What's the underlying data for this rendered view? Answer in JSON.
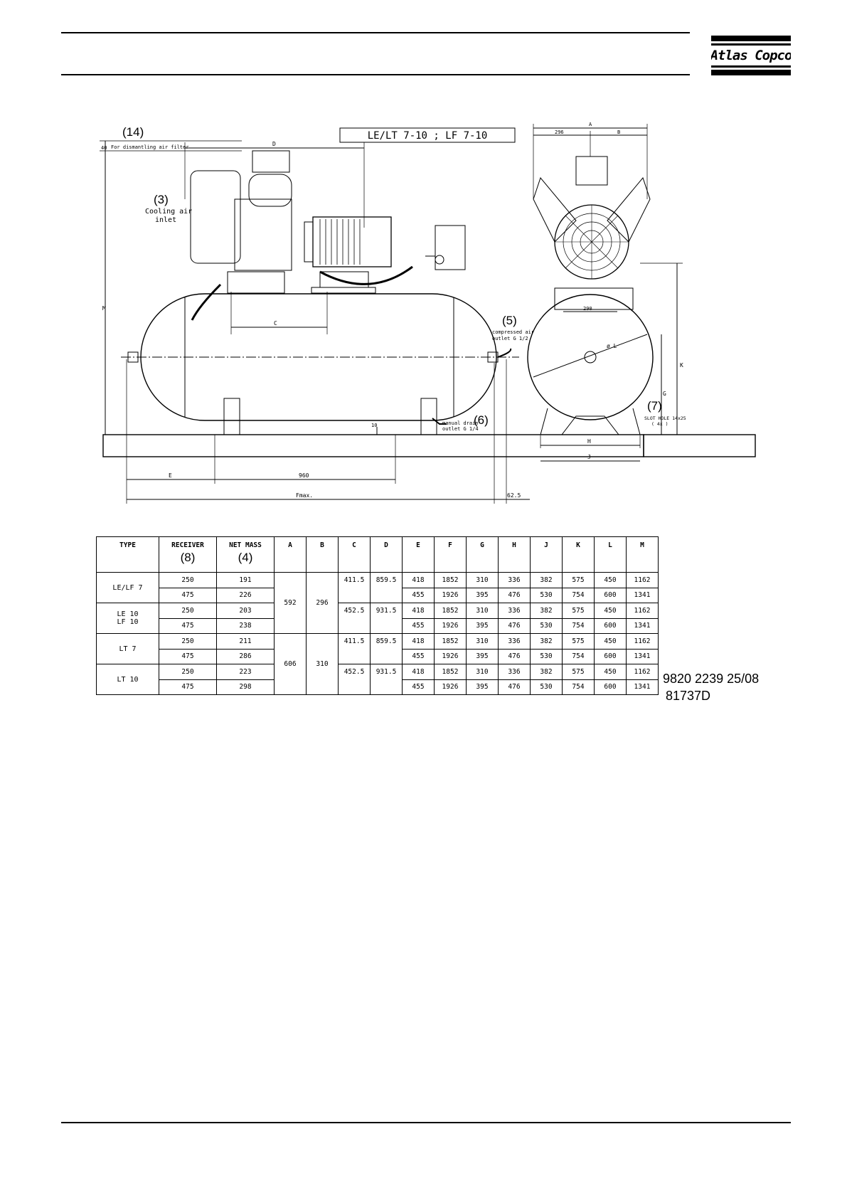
{
  "brand": {
    "name": "Atlas Copco"
  },
  "drawing": {
    "title": "LE/LT 7-10 ; LF 7-10",
    "callouts": {
      "filter": "(14)",
      "cooling": "(3)",
      "compressed": "(5)",
      "drain": "(6)",
      "slot": "(7)"
    },
    "labels": {
      "filter_text": "For dismantling air filter",
      "cooling_air": "Cooling air",
      "inlet": "inlet",
      "compressed_air": "compressed air",
      "outlet_half": "outlet G 1/2",
      "manual_drain": "manual drain",
      "outlet_quarter": "outlet G 1/4",
      "slot_hole": "SLOT HOLE 14x25",
      "slot_qty": "( 4x )"
    },
    "dims": {
      "d": "D",
      "c": "C",
      "m": "M",
      "e": "E",
      "fmax": "Fmax.",
      "span": "960",
      "gap": "62.5",
      "ten": "10",
      "forty": "40",
      "a": "A",
      "a_left": "296",
      "b": "B",
      "width290": "290",
      "dia": "ø L",
      "k": "K",
      "g": "G",
      "h": "H",
      "j": "J"
    }
  },
  "table": {
    "headers": [
      {
        "label": "TYPE",
        "callout": ""
      },
      {
        "label": "RECEIVER",
        "callout": "(8)"
      },
      {
        "label": "NET  MASS",
        "callout": "(4)"
      },
      {
        "label": "A",
        "callout": ""
      },
      {
        "label": "B",
        "callout": ""
      },
      {
        "label": "C",
        "callout": ""
      },
      {
        "label": "D",
        "callout": ""
      },
      {
        "label": "E",
        "callout": ""
      },
      {
        "label": "F",
        "callout": ""
      },
      {
        "label": "G",
        "callout": ""
      },
      {
        "label": "H",
        "callout": ""
      },
      {
        "label": "J",
        "callout": ""
      },
      {
        "label": "K",
        "callout": ""
      },
      {
        "label": "L",
        "callout": ""
      },
      {
        "label": "M",
        "callout": ""
      }
    ],
    "groups": [
      {
        "type": "LE/LF 7",
        "a": "592",
        "b": "296",
        "c": "411.5",
        "d": "859.5",
        "rows": [
          {
            "receiver": "250",
            "mass": "191",
            "e": "418",
            "f": "1852",
            "g": "310",
            "h": "336",
            "j": "382",
            "k": "575",
            "l": "450",
            "m": "1162"
          },
          {
            "receiver": "475",
            "mass": "226",
            "e": "455",
            "f": "1926",
            "g": "395",
            "h": "476",
            "j": "530",
            "k": "754",
            "l": "600",
            "m": "1341"
          }
        ]
      },
      {
        "type": "LE 10\nLF 10",
        "a": "",
        "b": "",
        "c": "452.5",
        "d": "931.5",
        "rows": [
          {
            "receiver": "250",
            "mass": "203",
            "e": "418",
            "f": "1852",
            "g": "310",
            "h": "336",
            "j": "382",
            "k": "575",
            "l": "450",
            "m": "1162"
          },
          {
            "receiver": "475",
            "mass": "238",
            "e": "455",
            "f": "1926",
            "g": "395",
            "h": "476",
            "j": "530",
            "k": "754",
            "l": "600",
            "m": "1341"
          }
        ]
      },
      {
        "type": "LT 7",
        "a": "606",
        "b": "310",
        "c": "411.5",
        "d": "859.5",
        "rows": [
          {
            "receiver": "250",
            "mass": "211",
            "e": "418",
            "f": "1852",
            "g": "310",
            "h": "336",
            "j": "382",
            "k": "575",
            "l": "450",
            "m": "1162"
          },
          {
            "receiver": "475",
            "mass": "286",
            "e": "455",
            "f": "1926",
            "g": "395",
            "h": "476",
            "j": "530",
            "k": "754",
            "l": "600",
            "m": "1341"
          }
        ]
      },
      {
        "type": "LT 10",
        "a": "",
        "b": "",
        "c": "452.5",
        "d": "931.5",
        "rows": [
          {
            "receiver": "250",
            "mass": "223",
            "e": "418",
            "f": "1852",
            "g": "310",
            "h": "336",
            "j": "382",
            "k": "575",
            "l": "450",
            "m": "1162"
          },
          {
            "receiver": "475",
            "mass": "298",
            "e": "455",
            "f": "1926",
            "g": "395",
            "h": "476",
            "j": "530",
            "k": "754",
            "l": "600",
            "m": "1341"
          }
        ]
      }
    ]
  },
  "doc_number": "9820 2239 25/08",
  "drawing_number": "81737D"
}
